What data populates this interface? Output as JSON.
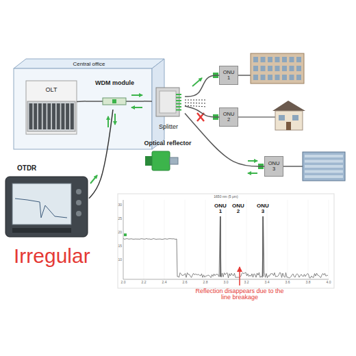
{
  "diagram": {
    "nodes": [
      {
        "text": [
          "Central office"
        ]
      },
      {
        "text": [
          "OLT"
        ],
        "in": 0
      },
      {
        "text": [
          "WDM module"
        ],
        "in": 0
      },
      {
        "text": [
          "Splitter"
        ]
      },
      {
        "text": [
          "ONU 1"
        ]
      },
      {
        "text": [
          "ONU 2"
        ]
      },
      {
        "text": [
          "ONU 3"
        ]
      },
      {
        "text": [
          "OTDR"
        ]
      }
    ],
    "edges": [
      {
        "from": 1,
        "to": 2,
        "arrow": "none"
      },
      {
        "from": 2,
        "to": 3,
        "arrow": "none"
      },
      {
        "from": 3,
        "to": 4,
        "arrow": "none"
      },
      {
        "from": 3,
        "to": 5,
        "arrow": "none"
      },
      {
        "from": 3,
        "to": 6,
        "arrow": "none"
      },
      {
        "from": 7,
        "to": 2,
        "arrow": "none"
      }
    ],
    "labels": [
      "Irregular",
      "Optical reflector",
      "1650 nm (5 μm)",
      "ONU 1",
      "ONU 2",
      "ONU 3",
      "Reflection disappears due to the line breakage",
      "2.0",
      "2.2",
      "2.4",
      "2.6",
      "2.8",
      "3.0",
      "3.2",
      "3.4",
      "3.6",
      "3.8",
      "4.0",
      "30",
      "25",
      "20",
      "15",
      "10"
    ]
  }
}
